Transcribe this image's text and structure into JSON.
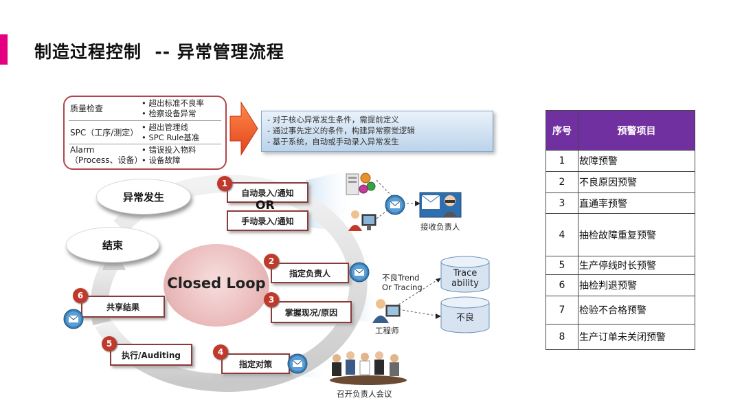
{
  "page": {
    "title": "制造过程控制  -- 异常管理流程"
  },
  "conditions": [
    {
      "category": "质量检查",
      "items": [
        "超出标准不良率",
        "检察设备异常"
      ]
    },
    {
      "category": "SPC（工序/测定）",
      "items": [
        "超出管理线",
        "SPC Rule基准"
      ]
    },
    {
      "category_line1": "Alarm",
      "category_line2": "（Process、设备）",
      "items": [
        "错误投入物料",
        "设备故障"
      ]
    }
  ],
  "definition": {
    "lines": [
      "- 对于核心异常发生条件，需提前定义",
      "- 通过事先定义的条件，构建异常察觉逻辑",
      "- 基于系统，自动或手动录入异常发生"
    ]
  },
  "loop": {
    "start_label": "异常发生",
    "end_label": "结束",
    "center_label": "Closed Loop",
    "or_label": "OR",
    "steps": [
      {
        "num": "1",
        "label": "自动录入/通知"
      },
      {
        "num": "",
        "label": "手动录入/通知"
      },
      {
        "num": "2",
        "label": "指定负责人"
      },
      {
        "num": "3",
        "label": "掌握现况/原因"
      },
      {
        "num": "4",
        "label": "指定对策"
      },
      {
        "num": "5",
        "label": "执行/Auditing"
      },
      {
        "num": "6",
        "label": "共享结果"
      }
    ]
  },
  "side_labels": {
    "receiver": "接收负责人",
    "trend": "不良Trend\nOr Tracing",
    "engineer": "工程师",
    "meeting": "召开负责人会议",
    "traceability": "Trace\nability",
    "defect": "不良"
  },
  "colors": {
    "accent": "#e4007f",
    "table_header": "#7030a0",
    "step_num": "#c0392b",
    "step_border": "#8b3a3a"
  },
  "alert_table": {
    "headers": [
      "序号",
      "预警项目"
    ],
    "rows": [
      {
        "no": "1",
        "item": "故障预警"
      },
      {
        "no": "2",
        "item": "不良原因预警"
      },
      {
        "no": "3",
        "item": "直通率预警"
      },
      {
        "no": "4",
        "item": "抽检故障重复预警"
      },
      {
        "no": "5",
        "item": "生产停线时长预警"
      },
      {
        "no": "6",
        "item": "抽检判退预警"
      },
      {
        "no": "7",
        "item": "检验不合格预警"
      },
      {
        "no": "8",
        "item": "生产订单未关闭预警"
      }
    ]
  }
}
